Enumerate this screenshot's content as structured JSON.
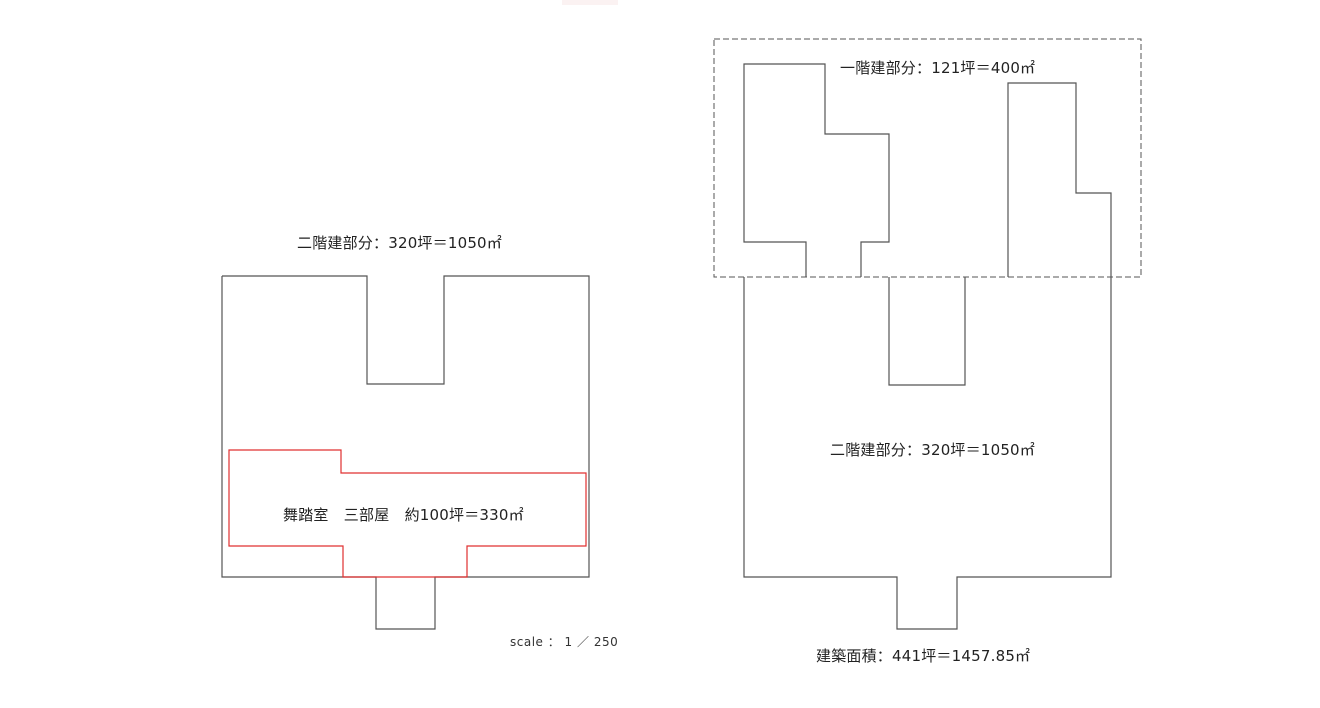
{
  "drawing": {
    "left_plan": {
      "upper_label": "二階建部分：320坪＝1050㎡",
      "room_label": "舞踏室　三部屋　約100坪＝330㎡",
      "scale_label": "scale ： 1 ／ 250"
    },
    "right_plan": {
      "first_floor_label": "一階建部分：121坪＝400㎡",
      "second_floor_label": "二階建部分：320坪＝1050㎡",
      "total_label": "建築面積：441坪＝1457.85㎡"
    },
    "colors": {
      "outline": "#555555",
      "highlight": "#e03030",
      "dashed": "#555555"
    }
  }
}
